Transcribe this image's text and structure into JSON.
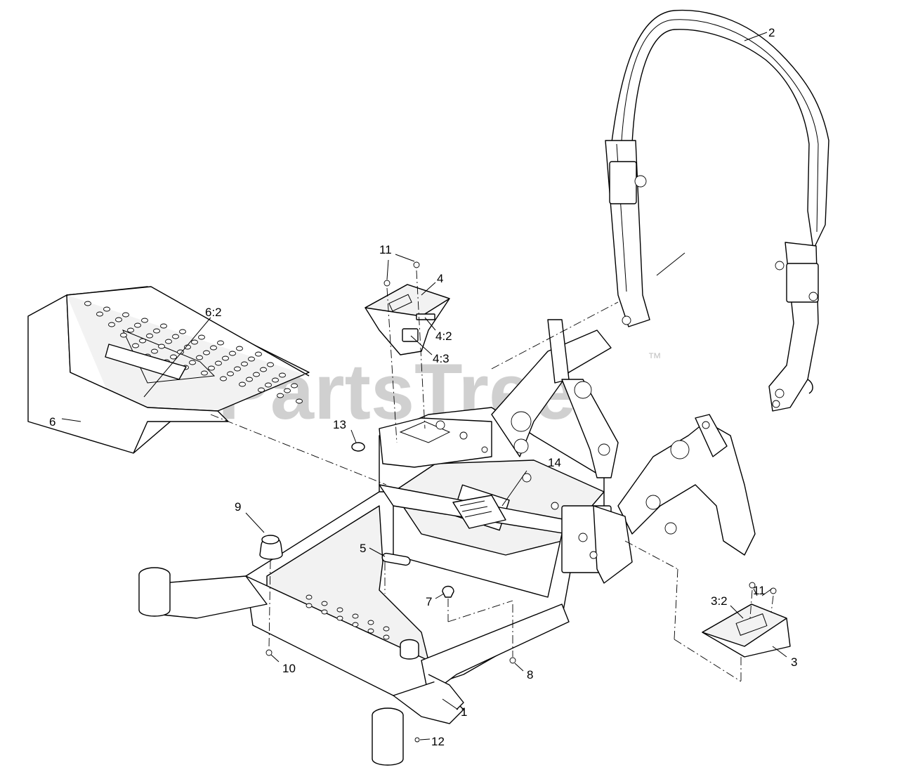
{
  "watermark": {
    "text": "PartsTree",
    "trademark": "™"
  },
  "callouts": {
    "c1": "1",
    "c2": "2",
    "c3": "3",
    "c3_2": "3:2",
    "c4": "4",
    "c4_2": "4:2",
    "c4_3": "4:3",
    "c5": "5",
    "c6": "6",
    "c6_2": "6:2",
    "c7": "7",
    "c8": "8",
    "c9": "9",
    "c10": "10",
    "c11a": "11",
    "c11b": "11",
    "c12": "12",
    "c13": "13",
    "c14": "14"
  }
}
